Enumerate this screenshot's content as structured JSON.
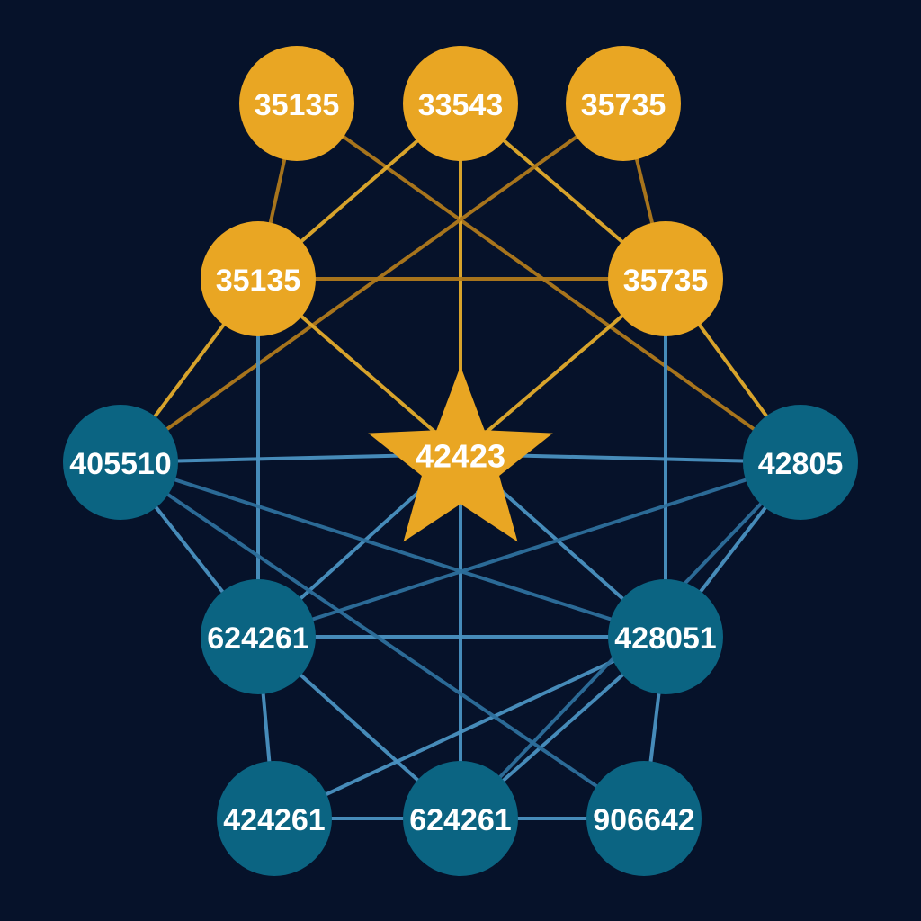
{
  "colors": {
    "background": "#06122a",
    "gold": "#e9a623",
    "gold_edge": "#e3ab2c",
    "gold_edge_dark": "#b07a1c",
    "teal": "#0b6482",
    "blue_edge": "#4a92c1",
    "blue_edge_dark": "#2d6f9c",
    "label": "#ffffff"
  },
  "center": {
    "id": "star",
    "label": "42423",
    "shape": "star",
    "color": "gold"
  },
  "nodes": [
    {
      "id": "top-left",
      "label": "35135",
      "color": "gold"
    },
    {
      "id": "top-center",
      "label": "33543",
      "color": "gold"
    },
    {
      "id": "top-right",
      "label": "35735",
      "color": "gold"
    },
    {
      "id": "mid-left",
      "label": "35135",
      "color": "gold"
    },
    {
      "id": "mid-right",
      "label": "35735",
      "color": "gold"
    },
    {
      "id": "left",
      "label": "405510",
      "color": "teal"
    },
    {
      "id": "right",
      "label": "42805",
      "color": "teal"
    },
    {
      "id": "lower-left",
      "label": "624261",
      "color": "teal"
    },
    {
      "id": "lower-right",
      "label": "428051",
      "color": "teal"
    },
    {
      "id": "bottom-left",
      "label": "424261",
      "color": "teal"
    },
    {
      "id": "bottom-center",
      "label": "624261",
      "color": "teal"
    },
    {
      "id": "bottom-right",
      "label": "906642",
      "color": "teal"
    }
  ],
  "edges": [
    {
      "from": "top-left",
      "to": "mid-left",
      "color": "gold_edge_dark"
    },
    {
      "from": "top-right",
      "to": "mid-right",
      "color": "gold_edge_dark"
    },
    {
      "from": "top-left",
      "to": "right",
      "color": "gold_edge_dark"
    },
    {
      "from": "top-center",
      "to": "mid-left",
      "color": "gold_edge"
    },
    {
      "from": "top-center",
      "to": "mid-right",
      "color": "gold_edge"
    },
    {
      "from": "top-center",
      "to": "star",
      "color": "gold_edge"
    },
    {
      "from": "top-right",
      "to": "left",
      "color": "gold_edge_dark"
    },
    {
      "from": "mid-left",
      "to": "mid-right",
      "color": "gold_edge_dark"
    },
    {
      "from": "mid-left",
      "to": "star",
      "color": "gold_edge"
    },
    {
      "from": "mid-right",
      "to": "star",
      "color": "gold_edge"
    },
    {
      "from": "mid-left",
      "to": "left",
      "color": "gold_edge"
    },
    {
      "from": "mid-right",
      "to": "right",
      "color": "gold_edge"
    },
    {
      "from": "mid-left",
      "to": "lower-left",
      "color": "blue_edge"
    },
    {
      "from": "mid-right",
      "to": "lower-right",
      "color": "blue_edge"
    },
    {
      "from": "left",
      "to": "star",
      "color": "blue_edge"
    },
    {
      "from": "star",
      "to": "right",
      "color": "blue_edge"
    },
    {
      "from": "star",
      "to": "lower-left",
      "color": "blue_edge"
    },
    {
      "from": "star",
      "to": "lower-right",
      "color": "blue_edge"
    },
    {
      "from": "star",
      "to": "bottom-center",
      "color": "blue_edge"
    },
    {
      "from": "left",
      "to": "lower-left",
      "color": "blue_edge"
    },
    {
      "from": "left",
      "to": "lower-right",
      "color": "blue_edge_dark"
    },
    {
      "from": "right",
      "to": "lower-right",
      "color": "blue_edge"
    },
    {
      "from": "right",
      "to": "lower-left",
      "color": "blue_edge_dark"
    },
    {
      "from": "lower-left",
      "to": "lower-right",
      "color": "blue_edge"
    },
    {
      "from": "lower-left",
      "to": "bottom-left",
      "color": "blue_edge"
    },
    {
      "from": "lower-left",
      "to": "bottom-center",
      "color": "blue_edge"
    },
    {
      "from": "lower-right",
      "to": "bottom-right",
      "color": "blue_edge"
    },
    {
      "from": "lower-right",
      "to": "bottom-center",
      "color": "blue_edge"
    },
    {
      "from": "lower-right",
      "to": "bottom-left",
      "color": "blue_edge"
    },
    {
      "from": "left",
      "to": "bottom-right",
      "color": "blue_edge_dark"
    },
    {
      "from": "right",
      "to": "bottom-center",
      "color": "blue_edge_dark"
    },
    {
      "from": "bottom-left",
      "to": "bottom-center",
      "color": "blue_edge"
    },
    {
      "from": "bottom-center",
      "to": "bottom-right",
      "color": "blue_edge"
    }
  ]
}
